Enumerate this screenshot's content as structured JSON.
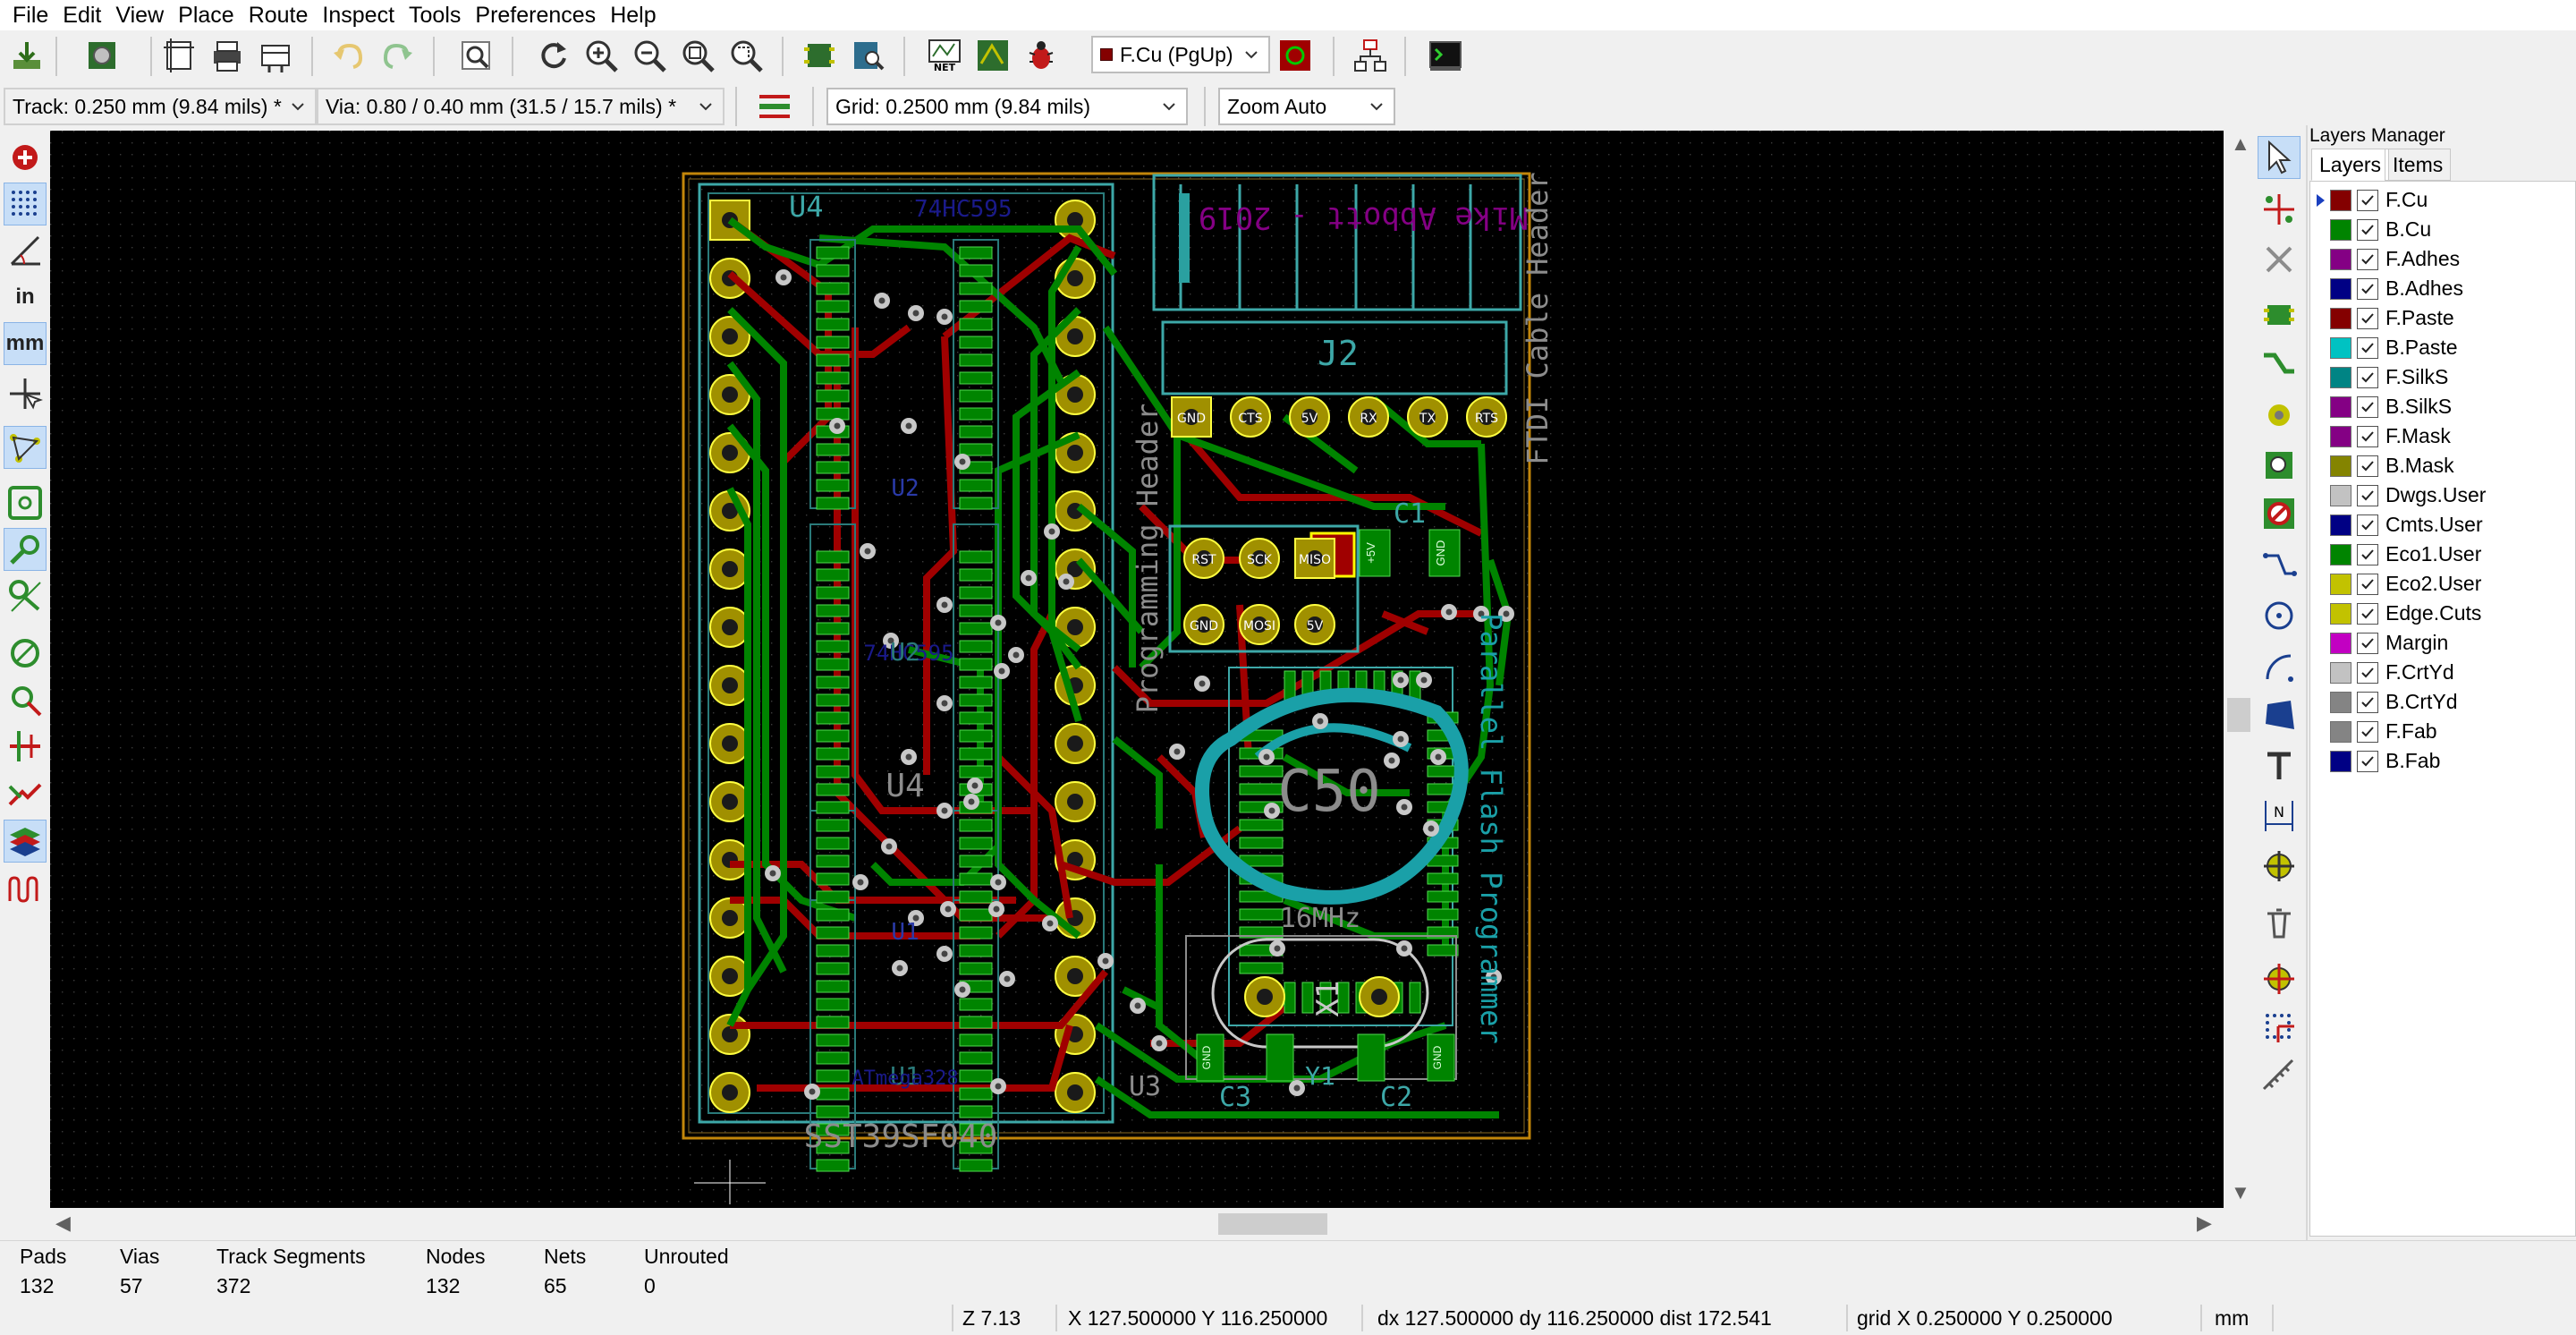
{
  "menu": [
    "File",
    "Edit",
    "View",
    "Place",
    "Route",
    "Inspect",
    "Tools",
    "Preferences",
    "Help"
  ],
  "toolbar": {
    "track_width": "Track: 0.250 mm (9.84 mils) *",
    "via_size": "Via: 0.80 / 0.40 mm (31.5 / 15.7 mils) *",
    "grid": "Grid: 0.2500 mm (9.84 mils)",
    "zoom": "Zoom Auto",
    "active_layer": "F.Cu (PgUp)",
    "active_layer_color": "#840000"
  },
  "left_tools": [
    "drc-icon",
    "grid-dots-icon",
    "polar-coords-icon",
    "units-inch-icon",
    "units-mm-icon",
    "cursor-shape-icon",
    "ratsnest-icon",
    "pad-sketch-icon",
    "via-sketch-icon",
    "track-sketch-icon",
    "zone-fill-icon",
    "zone-outline-icon",
    "high-contrast-icon",
    "microwave-icon",
    "layer-stack-icon",
    "length-tune-icon"
  ],
  "units": {
    "inch": "in",
    "mm": "mm"
  },
  "pcb": {
    "refs": {
      "u4": "U4",
      "u3": "U3",
      "j2": "J2",
      "c1": "C1",
      "c2": "C2",
      "c3": "C3",
      "x1": "X1",
      "y1": "Y1",
      "u2": "U2",
      "u1": "U1",
      "u4_center": "U4",
      "u1_center": "U1",
      "u2_center": "U2",
      "csx": "C50"
    },
    "silk": {
      "title": "Mike Abbott - 2019",
      "ftdi": "FTDI Cable Header",
      "prog_header": "Programming Header",
      "parallel": "Parallel Flash Programmer",
      "part": "SST39SF040",
      "mhz": "16MHz",
      "u4_part": "74HC595",
      "u2_part": "74HC595",
      "u1_bottom": "ATmega328"
    },
    "j2_pins": [
      "GND",
      "CTS",
      "5V",
      "RX",
      "TX",
      "RTS"
    ],
    "isp_top": [
      "RST",
      "SCK",
      "MISO"
    ],
    "isp_bottom": [
      "GND",
      "MOSI",
      "5V"
    ],
    "cap_labels": {
      "c1a": "+5V",
      "c1b": "GND",
      "c2": "GND",
      "c3": "GND"
    }
  },
  "right_tools": [
    "select-arrow-icon",
    "local-ratsnest-icon",
    "no-net-icon",
    "footprint-icon",
    "route-track-icon",
    "via-icon",
    "zone-icon",
    "keepout-icon",
    "line-icon",
    "circle-icon",
    "arc-icon",
    "polygon-icon",
    "text-icon",
    "dimension-icon",
    "target-icon",
    "delete-icon",
    "grid-origin-icon",
    "drill-origin-icon",
    "measure-icon"
  ],
  "layers_manager": {
    "title": "Layers Manager",
    "tabs": [
      "Layers",
      "Items"
    ],
    "layers": [
      {
        "name": "F.Cu",
        "color": "#840000"
      },
      {
        "name": "B.Cu",
        "color": "#008400"
      },
      {
        "name": "F.Adhes",
        "color": "#840084"
      },
      {
        "name": "B.Adhes",
        "color": "#000084"
      },
      {
        "name": "F.Paste",
        "color": "#840000"
      },
      {
        "name": "B.Paste",
        "color": "#00c2c2"
      },
      {
        "name": "F.SilkS",
        "color": "#008484"
      },
      {
        "name": "B.SilkS",
        "color": "#840084"
      },
      {
        "name": "F.Mask",
        "color": "#840084"
      },
      {
        "name": "B.Mask",
        "color": "#848400"
      },
      {
        "name": "Dwgs.User",
        "color": "#c2c2c2"
      },
      {
        "name": "Cmts.User",
        "color": "#000084"
      },
      {
        "name": "Eco1.User",
        "color": "#008400"
      },
      {
        "name": "Eco2.User",
        "color": "#c2c200"
      },
      {
        "name": "Edge.Cuts",
        "color": "#c2c200"
      },
      {
        "name": "Margin",
        "color": "#c200c2"
      },
      {
        "name": "F.CrtYd",
        "color": "#c2c2c2"
      },
      {
        "name": "B.CrtYd",
        "color": "#848484"
      },
      {
        "name": "F.Fab",
        "color": "#848484"
      },
      {
        "name": "B.Fab",
        "color": "#000084"
      }
    ]
  },
  "stats": [
    {
      "label": "Pads",
      "value": "132"
    },
    {
      "label": "Vias",
      "value": "57"
    },
    {
      "label": "Track Segments",
      "value": "372"
    },
    {
      "label": "Nodes",
      "value": "132"
    },
    {
      "label": "Nets",
      "value": "65"
    },
    {
      "label": "Unrouted",
      "value": "0"
    }
  ],
  "coords": {
    "zoom": "Z 7.13",
    "xy": "X 127.500000  Y 116.250000",
    "delta": "dx 127.500000  dy 116.250000  dist 172.541",
    "grid": "grid X 0.250000  Y 0.250000",
    "units": "mm"
  }
}
